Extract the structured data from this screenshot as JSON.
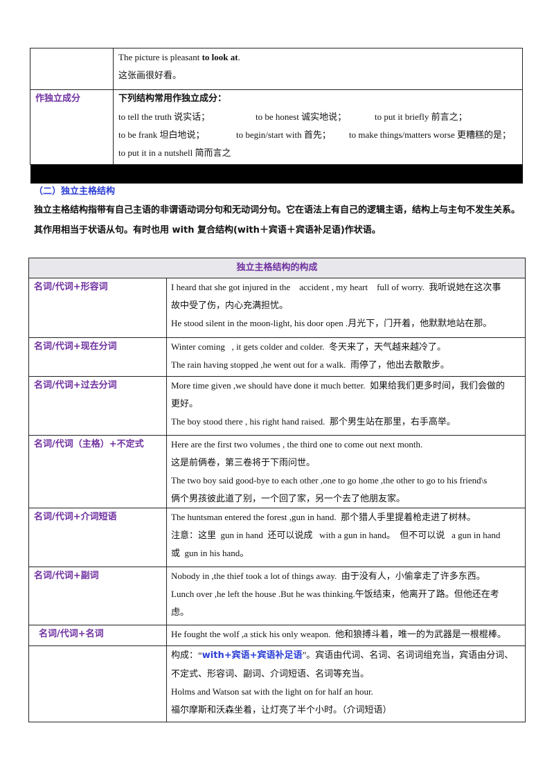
{
  "top_table": {
    "row1": {
      "en_before": "The picture is pleasant ",
      "en_bold": "to look at",
      "en_after": ".",
      "zh": "这张画很好看。"
    },
    "row2": {
      "label": "作独立成分",
      "heading": "下列结构常用作独立成分：",
      "line1": [
        "to tell the truth 说实话；",
        "to be honest 诚实地说；",
        "to put it briefly 前言之；"
      ],
      "line2": [
        "to be frank 坦白地说；",
        "to begin/start with 首先；",
        "to make things/matters worse 更糟糕的是；"
      ],
      "line3": "to put it in a nutshell 简而言之"
    }
  },
  "section": {
    "title": "（二）独立主格结构",
    "intro": "独立主格结构指带有自己主语的非谓语动词分句和无动词分句。它在语法上有自己的逻辑主语，结构上与主句不发生关系。其作用相当于状语从句。有时也用 with 复合结构(with＋宾语＋宾语补足语)作状语。"
  },
  "main_table": {
    "header": "独立主格结构的构成",
    "rows": [
      {
        "label": "名词/代词+形容词",
        "lines": [
          "I heard that she got injured in the    accident , my heart    full of worry.  我听说她在这次事",
          "故中受了伤，内心充满担忧。",
          "He stood silent in the moon-light, his door open .月光下，门开着，他默默地站在那。"
        ]
      },
      {
        "label": "名词/代词+现在分词",
        "lines": [
          "Winter coming   , it gets colder and colder.  冬天来了，天气越来越冷了。",
          "The rain having stopped ,he went out for a walk.  雨停了，他出去散散步。"
        ]
      },
      {
        "label": "名词/代词+过去分词",
        "lines": [
          "More time given ,we should have done it much better.  如果给我们更多时间，我们会做的",
          "更好。",
          "The boy stood there , his right hand raised.  那个男生站在那里，右手高举。"
        ]
      },
      {
        "label": "名词/代词（主格）+不定式",
        "lines": [
          "Here are the first two volumes , the third one to come out next month.",
          "这是前俩卷，第三卷将于下雨问世。",
          "The two boy said good-bye to each other ,one to go home ,the other to go to his friend\\s",
          "俩个男孩彼此道了别，一个回了家，另一个去了他朋友家。"
        ]
      },
      {
        "label": "名词/代词+介词短语",
        "lines": [
          "The huntsman entered the forest ,gun in hand.  那个猎人手里提着枪走进了树林。",
          "注意：这里  gun in hand  还可以说成   with a gun in hand。  但不可以说   a gun in hand",
          "或  gun in his hand。"
        ]
      },
      {
        "label": "名词/代词+副词",
        "lines": [
          "Nobody in ,the thief took a lot of things away.  由于没有人，小偷拿走了许多东西。",
          "Lunch over ,he left the house .But he was thinking.午饭结束，他离开了路。但他还在考",
          "虑。"
        ]
      },
      {
        "label": "名词/代词+名词",
        "lines": [
          "He fought the wolf ,a stick his only weapon.  他和狼搏斗着，唯一的为武器是一根棍棒。"
        ]
      }
    ],
    "last_row": {
      "label": "",
      "line1_before": "构成：“",
      "line1_blue": "with+宾语+宾语补足语",
      "line1_after": "”。宾语由代词、名词、名词词组充当，宾语由分词、",
      "lines": [
        "不定式、形容词、副词、介词短语、名词等充当。",
        "Holms and Watson sat with the light on for half an hour.",
        "福尔摩斯和沃森坐着，让灯亮了半个小时。（介词短语）"
      ]
    }
  }
}
